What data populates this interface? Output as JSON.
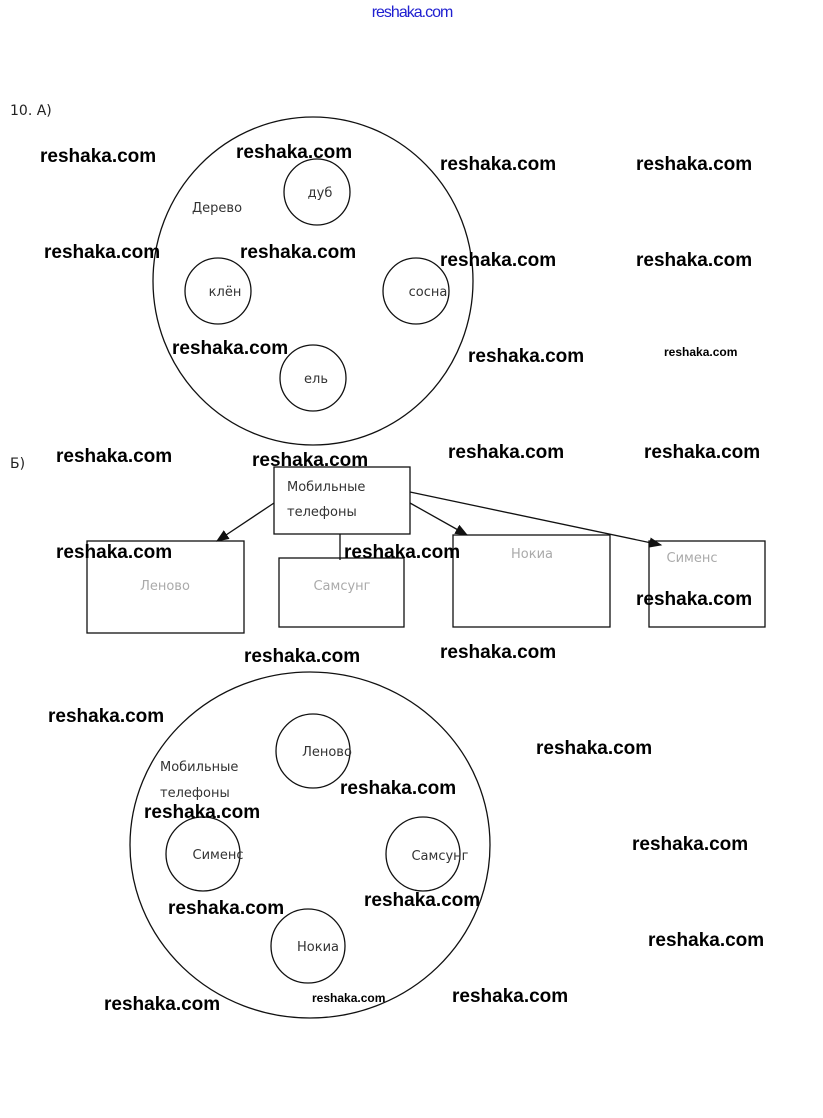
{
  "header": {
    "site": "reshaka.com",
    "color": "#2020d0"
  },
  "watermark": "reshaka.com",
  "part_a": {
    "label": "10.  А)",
    "outer": "Дерево",
    "inner": [
      "дуб",
      "клён",
      "сосна",
      "ель"
    ]
  },
  "part_b": {
    "label": "Б)",
    "root_line1": "Мобильные",
    "root_line2": "телефоны",
    "boxes": [
      "Леново",
      "Самсунг",
      "Нокиа",
      "Сименс"
    ]
  },
  "part_c": {
    "outer_line1": "Мобильные",
    "outer_line2": "телефоны",
    "inner": [
      "Леново",
      "Сименс",
      "Самсунг",
      "Нокиа"
    ]
  }
}
